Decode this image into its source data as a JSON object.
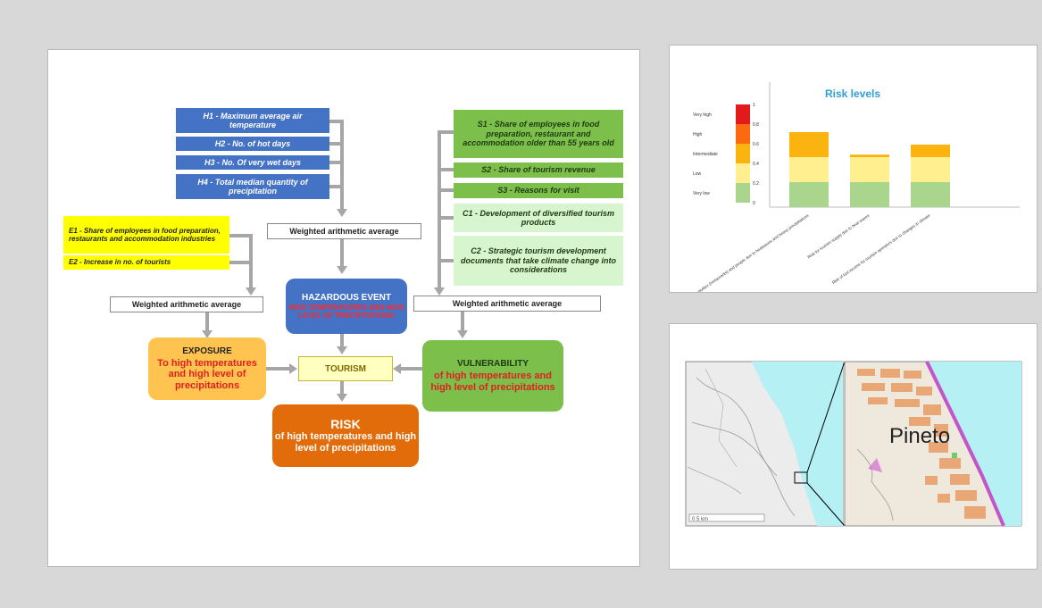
{
  "diagram": {
    "hazard_inputs": [
      "H1 - Maximum average air temperature",
      "H2 - No. of hot days",
      "H3 - No. Of very wet days",
      "H4 - Total median quantity of precipitation"
    ],
    "exposure_inputs": [
      "E1 - Share of employees in food preparation, restaurants and accommodation industries",
      "E2 - Increase in no. of tourists"
    ],
    "vulnerability_inputs": [
      "S1 - Share of employees in food preparation, restaurant and accommodation older than 55 years old",
      "S2 - Share of tourism revenue",
      "S3 - Reasons for visit",
      "C1 - Development of diversified tourism products",
      "C2 - Strategic tourism development documents that take climate change into considerations"
    ],
    "weighted_average_label": "Weighted arithmetic average",
    "hazardous_event": {
      "title": "HAZARDOUS EVENT",
      "text": "HIGH TEMPERATURES AND HIGH LEVEL OF PRECIPITATIONS"
    },
    "exposure": {
      "title": "EXPOSURE",
      "text": "To high temperatures and high level of precipitations"
    },
    "vulnerability": {
      "title": "VULNERABILITY",
      "text": "of high temperatures and high level of precipitations"
    },
    "tourism_label": "TOURISM",
    "risk": {
      "title": "RISK",
      "text": "of high temperatures and high level of precipitations"
    }
  },
  "chart_data": {
    "type": "bar",
    "title": "Risk levels",
    "legend_levels": [
      "Very high",
      "High",
      "Intermediate",
      "Low",
      "Very low"
    ],
    "yticks": [
      0,
      0.2,
      0.4,
      0.6,
      0.8,
      1
    ],
    "ylim": [
      0,
      1
    ],
    "categories": [
      "Risk for economic activities (restaurants) and people due to heatwaves and heavy precipitations",
      "Risk for tourism supply due to heat waves",
      "Risk of lost income for tourism operators due to changes in climate"
    ],
    "values": [
      0.6,
      0.42,
      0.5
    ],
    "colors": {
      "very_high": "#e31a1c",
      "high": "#fb6a0f",
      "intermediate": "#fbb40f",
      "low": "#ffef8f",
      "very_low": "#a9d58c"
    }
  },
  "map": {
    "place_label": "Pineto",
    "scale_label": "0 5 km"
  },
  "colors": {
    "hazard_blue": "#4472c4",
    "vuln_green": "#7cbf4a",
    "exposure_orange": "#ffc44f",
    "risk_orange": "#e36c0a",
    "title_cyan": "#2e9fd8"
  }
}
